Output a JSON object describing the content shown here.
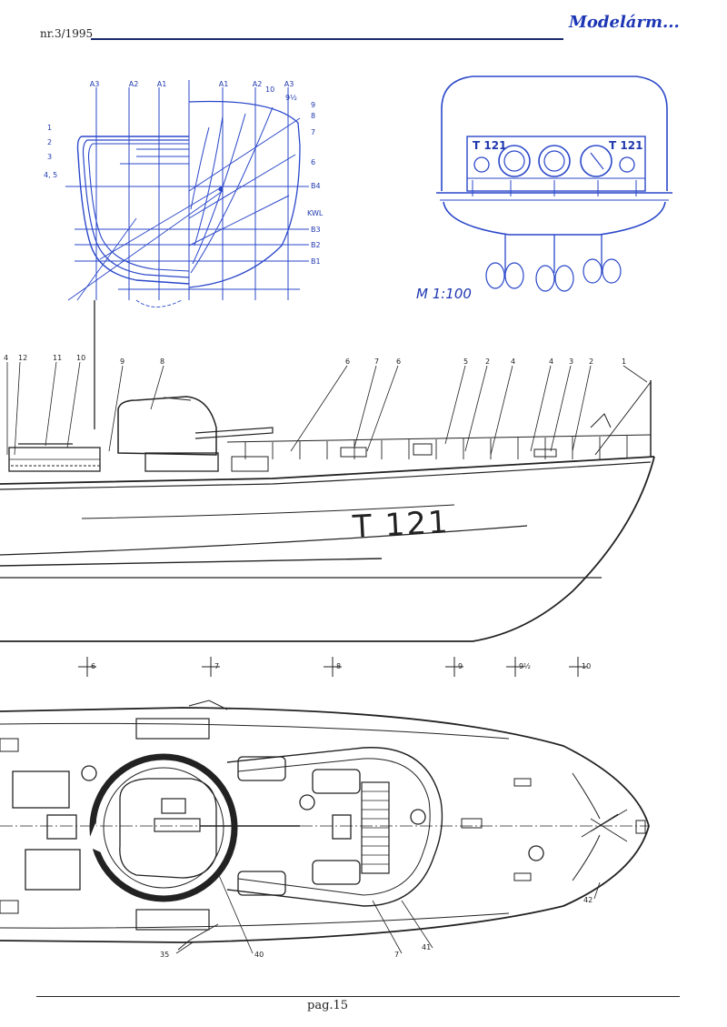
{
  "header": {
    "issue": "nr.3/1995",
    "magazine_logo": "Modelárm..."
  },
  "body_plan": {
    "station_labels": [
      "A3",
      "A2",
      "A1",
      "A1",
      "A2",
      "A3"
    ],
    "left_waterline_labels": [
      "1",
      "2",
      "3",
      "4, 5"
    ],
    "right_numbers": [
      "10",
      "9½",
      "9",
      "8",
      "7",
      "6"
    ],
    "waterline_labels": [
      "B4",
      "KWL",
      "B3",
      "B2",
      "B1"
    ]
  },
  "stern_view": {
    "hull_marking_left": "T 121",
    "hull_marking_right": "T 121",
    "scale": "M 1:100"
  },
  "side_view": {
    "callouts": [
      "4",
      "12",
      "11",
      "10",
      "9",
      "8",
      "6",
      "7",
      "6",
      "5",
      "2",
      "4",
      "4",
      "3",
      "2",
      "1"
    ],
    "hull_number": "T 121"
  },
  "frame_marks": [
    "6",
    "7",
    "8",
    "9",
    "9½",
    "10"
  ],
  "deck_plan": {
    "callouts": [
      "35",
      "40",
      "7",
      "41",
      "42"
    ]
  },
  "footer": {
    "page": "pag.15"
  },
  "colors": {
    "blueprint": "#2a47c9",
    "ink": "#222222",
    "logo": "#1d36b5"
  }
}
